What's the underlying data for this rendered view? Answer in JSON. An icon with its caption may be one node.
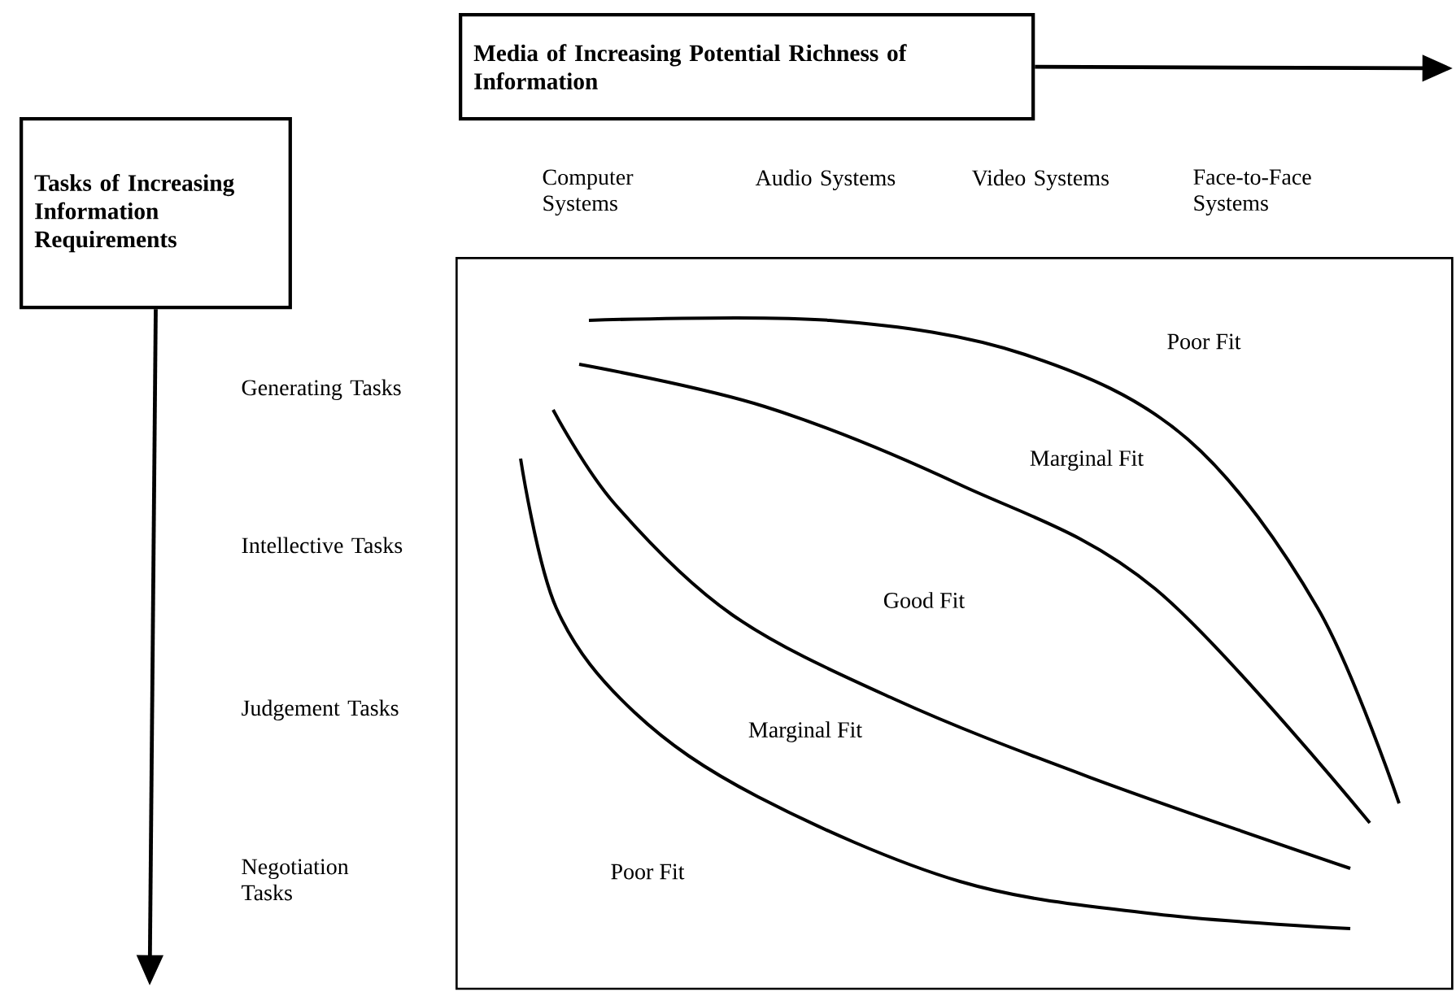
{
  "diagram": {
    "nodes": [
      {
        "text": [
          "Media of Increasing Potential Richness of Information"
        ]
      },
      {
        "text": [
          "Tasks of Increasing Information Requirements"
        ]
      },
      {
        "text": [
          "Poor Fit",
          "Marginal Fit",
          "Good Fit",
          "Marginal Fit",
          "Poor Fit"
        ]
      }
    ],
    "edges": [
      {
        "from": 0,
        "to": null,
        "arrow": "to"
      },
      {
        "from": 1,
        "to": null,
        "arrow": "to"
      }
    ],
    "labels": [
      "Computer Systems",
      "Audio Systems",
      "Video Systems",
      "Face-to-Face Systems",
      "Generating Tasks",
      "Intellective Tasks",
      "Judgement Tasks",
      "Negotiation Tasks"
    ]
  }
}
